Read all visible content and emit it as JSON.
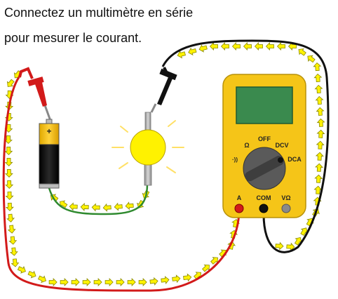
{
  "caption": {
    "line1": "Connectez un multimètre en série",
    "line2": "pour mesurer le courant."
  },
  "battery": {
    "plus_sign": "+"
  },
  "multimeter": {
    "dial_labels": {
      "off": "OFF",
      "ohm": "Ω",
      "dcv": "DCV",
      "dca": "DCA",
      "continuity": "·))"
    },
    "ports": {
      "amp": "A",
      "com": "COM",
      "volt_ohm": "VΩ"
    },
    "selected_range": "DCA"
  },
  "colors": {
    "meter_body": "#F5C518",
    "meter_screen": "#3A8A4E",
    "dial": "#5A5A5A",
    "red_wire": "#D21A1A",
    "black_wire": "#111111",
    "green_wire": "#2F8A2F",
    "bulb": "#FFF200",
    "arrow_fill": "#FFF200",
    "arrow_outline": "#8A8A00"
  },
  "icons": [
    "battery-icon",
    "bulb-icon",
    "red-probe-icon",
    "black-probe-icon",
    "current-arrow-icon"
  ]
}
